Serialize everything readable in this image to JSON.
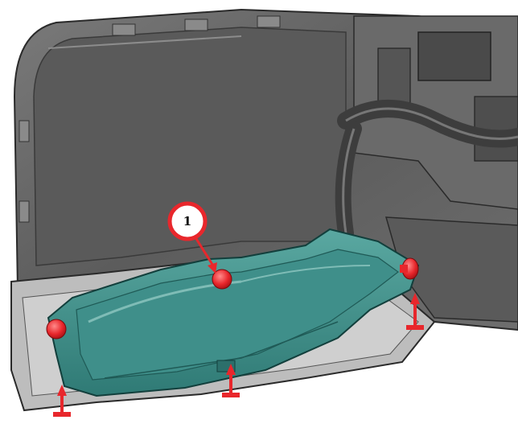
{
  "colors": {
    "background": "#ffffff",
    "panel_dark": "#5e5e5e",
    "panel_mid": "#8a8a8a",
    "panel_light": "#bdbdbd",
    "outline": "#2a2a2a",
    "part_fill": "#3f8f8a",
    "part_shade": "#2c6f6b",
    "part_highlight": "#7fbcb6",
    "fastener_red": "#e8272c",
    "callout_ring": "#e8272c"
  },
  "callouts": [
    {
      "label": "1",
      "icon": "callout-circle-icon",
      "target": "upper-pushpin"
    }
  ],
  "fasteners": [
    {
      "name": "upper-pushpin",
      "icon": "pushpin-icon"
    },
    {
      "name": "left-pushpin",
      "icon": "pushpin-icon"
    },
    {
      "name": "right-pushpin",
      "icon": "pushpin-icon"
    },
    {
      "name": "bottom-left-pushpin",
      "icon": "pushpin-arrow-icon"
    },
    {
      "name": "bottom-center-pushpin",
      "icon": "pushpin-arrow-icon"
    },
    {
      "name": "bottom-right-pushpin",
      "icon": "pushpin-arrow-icon"
    }
  ]
}
